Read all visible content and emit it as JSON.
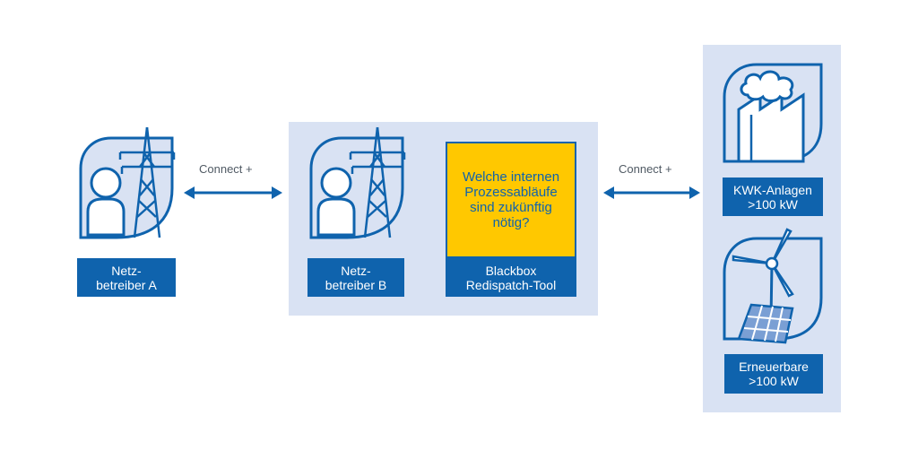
{
  "colors": {
    "primary_blue": "#0f63ad",
    "panel_background": "#d9e2f3",
    "highlight_yellow": "#ffc800",
    "text_gray": "#505a64"
  },
  "operator_a": {
    "icon": "grid-operator-icon",
    "label_line1": "Netz-",
    "label_line2": "betreiber A"
  },
  "operator_b": {
    "icon": "grid-operator-icon",
    "label_line1": "Netz-",
    "label_line2": "betreiber B"
  },
  "blackbox": {
    "question_line1": "Welche internen",
    "question_line2": "Prozessabläufe",
    "question_line3": "sind zukünftig",
    "question_line4": "nötig?",
    "label_line1": "Blackbox",
    "label_line2": "Redispatch-Tool"
  },
  "connections": {
    "left_label": "Connect +",
    "right_label": "Connect +"
  },
  "generators": {
    "chp": {
      "icon": "chp-factory-icon",
      "label_line1": "KWK-Anlagen",
      "label_line2": ">100 kW"
    },
    "renewables": {
      "icon": "wind-solar-icon",
      "label_line1": "Erneuerbare",
      "label_line2": ">100 kW"
    }
  }
}
